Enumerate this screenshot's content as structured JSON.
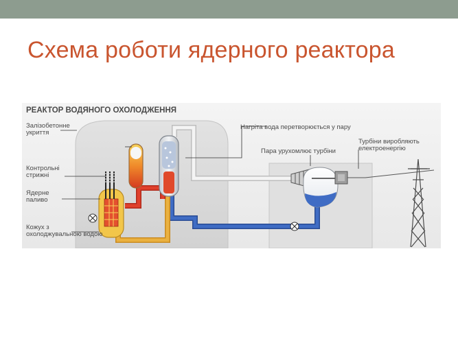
{
  "slide": {
    "title": "Схема роботи ядерного реактора"
  },
  "diagram": {
    "heading": "РЕАКТОР ВОДЯНОГО ОХОЛОДЖЕННЯ",
    "labels": {
      "shell_1": "Залізобетонне",
      "shell_2": "укриття",
      "rods_1": "Контрольні",
      "rods_2": "стрижні",
      "fuel_1": "Ядерне",
      "fuel_2": "паливо",
      "jacket_1": "Кожух з",
      "jacket_2": "охолоджувальною водою",
      "steam_gen": "Нагріта вода перетворюється у пару",
      "turbine": "Пара урухомлює турбіни",
      "generator_1": "Турбіни виробляють",
      "generator_2": "електроенергію"
    },
    "colors": {
      "hot_pipe": "#d83a2a",
      "cold_pipe": "#3a66b8",
      "warm_pipe": "#e6a838",
      "steam_pipe": "#f2f2f2"
    }
  }
}
